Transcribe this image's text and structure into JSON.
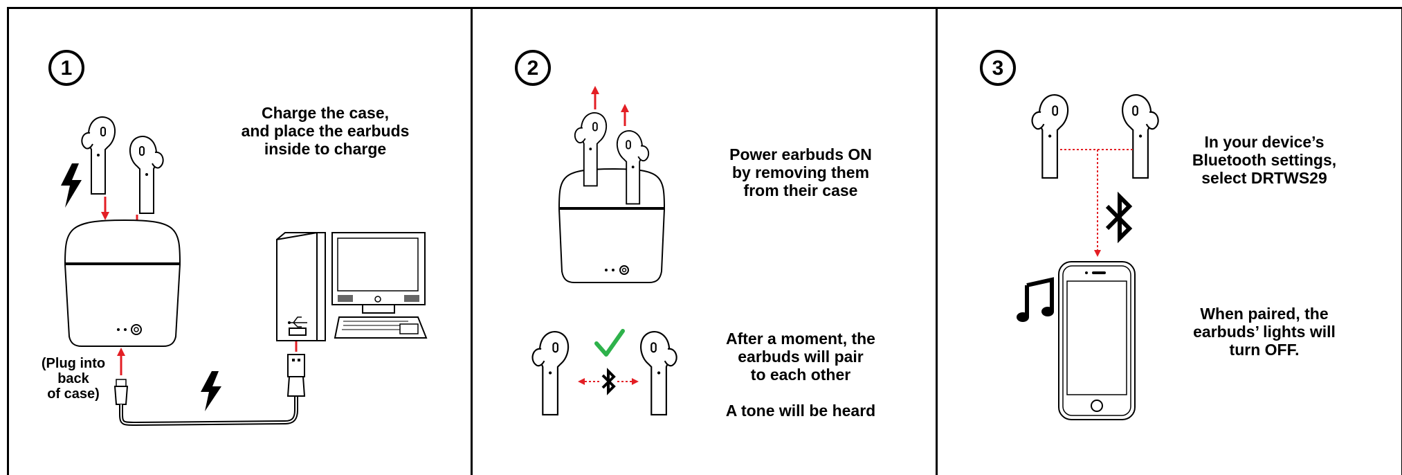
{
  "steps": [
    {
      "number": "1",
      "instruction_lines": [
        "Charge the case,",
        "and place the earbuds",
        "inside to charge"
      ],
      "note_lines": [
        "(Plug into",
        "back",
        "of case)"
      ]
    },
    {
      "number": "2",
      "instruction_lines": [
        "Power earbuds ON",
        "by removing them",
        "from their case"
      ],
      "pairing_lines": [
        "After a moment, the",
        "earbuds will pair",
        "to each other"
      ],
      "tone_text": "A tone will be heard"
    },
    {
      "number": "3",
      "instruction_lines": [
        "In your device’s",
        "Bluetooth settings,",
        "select DRTWS29"
      ],
      "result_lines": [
        "When paired, the",
        "earbuds’ lights will",
        "turn OFF."
      ]
    }
  ],
  "colors": {
    "accent": "#e31e24",
    "check": "#2eb24b",
    "ink": "#000000"
  },
  "icons": [
    "lightning-icon",
    "usb-icon",
    "bluetooth-icon",
    "check-icon",
    "music-note-icon"
  ]
}
